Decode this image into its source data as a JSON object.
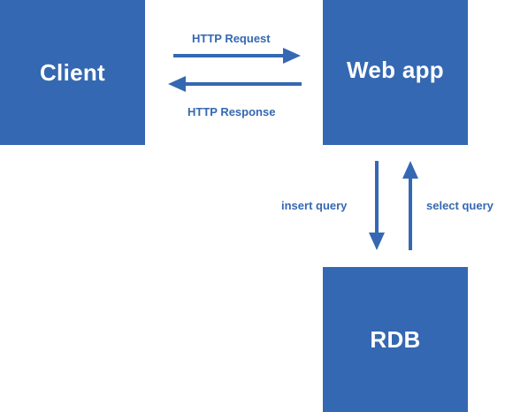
{
  "nodes": {
    "client": "Client",
    "webapp": "Web app",
    "rdb": "RDB"
  },
  "edges": {
    "http_request": "HTTP Request",
    "http_response": "HTTP Response",
    "insert_query": "insert query",
    "select_query": "select query"
  },
  "colors": {
    "primary": "#3568b2",
    "background": "#ffffff",
    "text_on_box": "#ffffff"
  }
}
